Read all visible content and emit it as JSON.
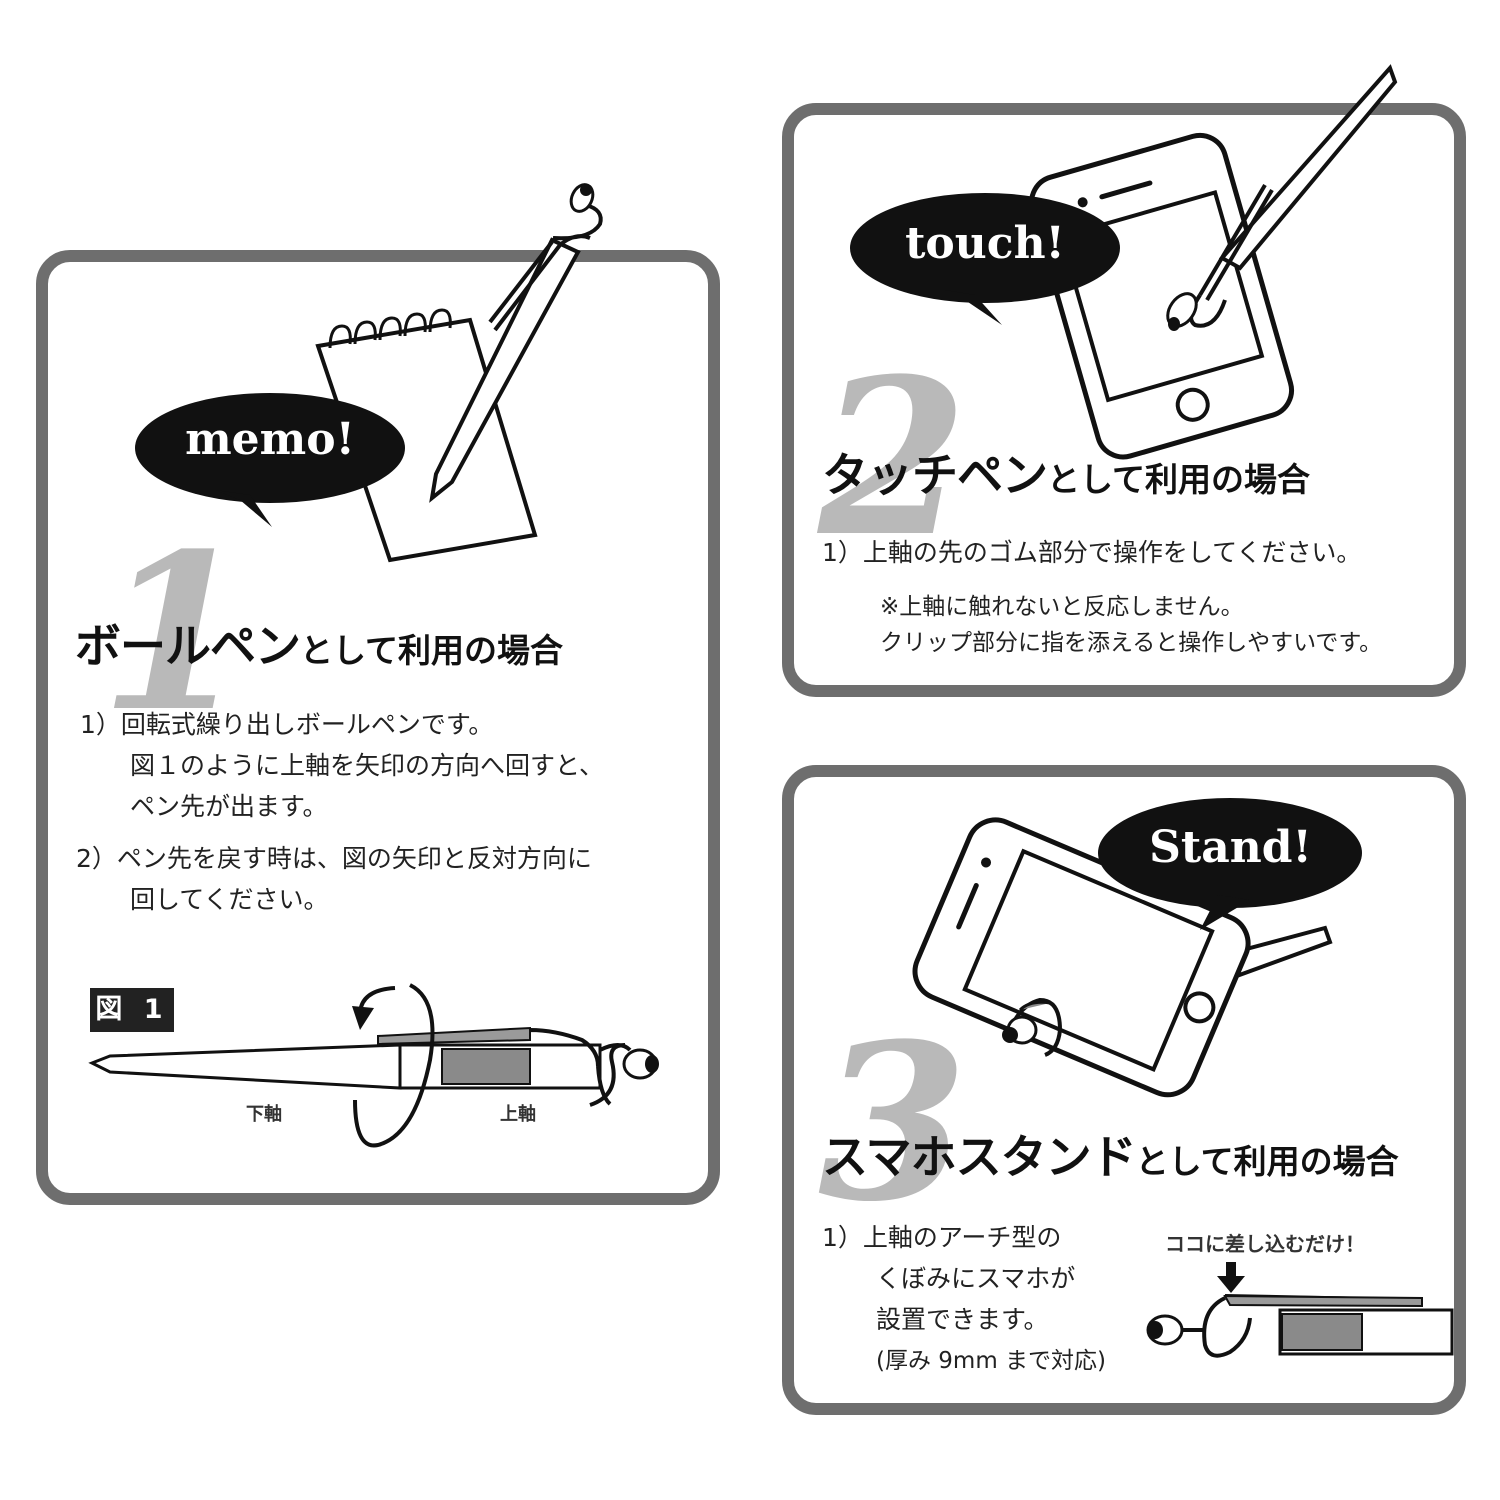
{
  "panel1": {
    "number": "1",
    "bubble": "memo!",
    "heading_main": "ボールペン",
    "heading_sub": "として利用の場合",
    "instructions": [
      "1）回転式繰り出しボールペンです。",
      "図１のように上軸を矢印の方向へ回すと、",
      "ペン先が出ます。",
      "2）ペン先を戻す時は、図の矢印と反対方向に",
      "回してください。"
    ],
    "figure_label": "図 1",
    "lower_axis_label": "下軸",
    "upper_axis_label": "上軸"
  },
  "panel2": {
    "number": "2",
    "bubble": "touch!",
    "heading_main": "タッチペン",
    "heading_sub": "として利用の場合",
    "instructions": [
      "1）上軸の先のゴム部分で操作をしてください。",
      "※上軸に触れないと反応しません。",
      "クリップ部分に指を添えると操作しやすいです。"
    ]
  },
  "panel3": {
    "number": "3",
    "bubble": "Stand!",
    "heading_main": "スマホスタンド",
    "heading_sub": "として利用の場合",
    "instructions": [
      "1）上軸のアーチ型の",
      "くぼみにスマホが",
      "設置できます。",
      "(厚み 9mm まで対応)"
    ],
    "callout": "ココに差し込むだけ！"
  },
  "colors": {
    "frame": "#6e6e6e",
    "number": "#b9b9b9",
    "bubble": "#111111",
    "grip": "#8a8a8a"
  }
}
